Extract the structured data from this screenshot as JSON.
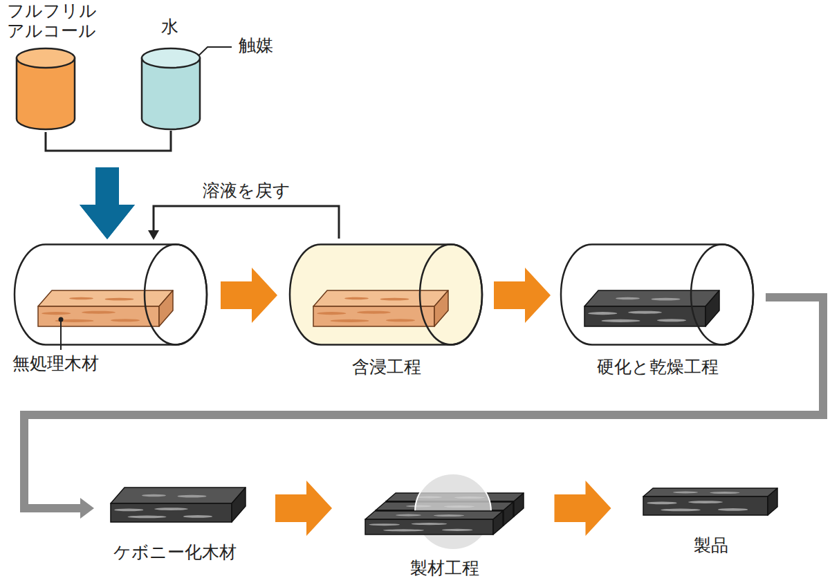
{
  "diagram": {
    "nodes": [
      {
        "text": [
          "フルフリル アルコール"
        ]
      },
      {
        "text": [
          "水"
        ]
      },
      {
        "text": [
          "無処理木材"
        ]
      },
      {
        "text": [
          "含浸工程"
        ]
      },
      {
        "text": [
          "硬化と乾燥工程"
        ]
      },
      {
        "text": [
          "ケボニー化木材"
        ]
      },
      {
        "text": [
          "製材工程"
        ]
      },
      {
        "text": [
          "製品"
        ]
      }
    ],
    "edges": [
      {
        "from": 0,
        "to": 2,
        "arrow": "to"
      },
      {
        "from": 1,
        "to": 2,
        "arrow": "to"
      },
      {
        "from": 3,
        "to": 2,
        "label": "溶液を戻す",
        "arrow": "to"
      },
      {
        "from": 2,
        "to": 3,
        "arrow": "to"
      },
      {
        "from": 3,
        "to": 4,
        "arrow": "to"
      },
      {
        "from": 4,
        "to": 5,
        "arrow": "to"
      },
      {
        "from": 5,
        "to": 6,
        "arrow": "to"
      },
      {
        "from": 6,
        "to": 7,
        "arrow": "to"
      }
    ],
    "labels": [
      "触媒"
    ]
  }
}
